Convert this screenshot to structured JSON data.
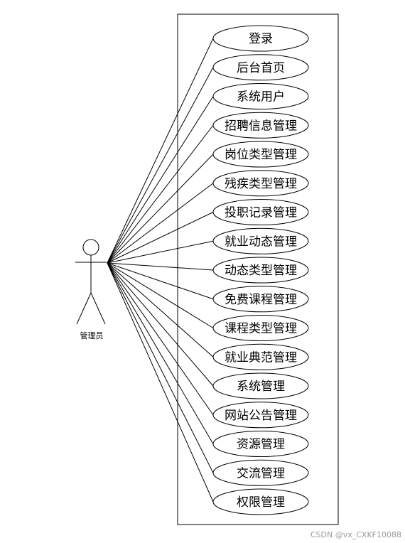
{
  "actor": {
    "label": "管理员"
  },
  "use_cases": [
    "登录",
    "后台首页",
    "系统用户",
    "招聘信息管理",
    "岗位类型管理",
    "残疾类型管理",
    "投职记录管理",
    "就业动态管理",
    "动态类型管理",
    "免费课程管理",
    "课程类型管理",
    "就业典范管理",
    "系统管理",
    "网站公告管理",
    "资源管理",
    "交流管理",
    "权限管理"
  ],
  "watermark": "CSDN @vx_CXKF10088",
  "colors": {
    "stroke": "#000000",
    "background": "#ffffff",
    "watermark": "#9a9a9a"
  }
}
